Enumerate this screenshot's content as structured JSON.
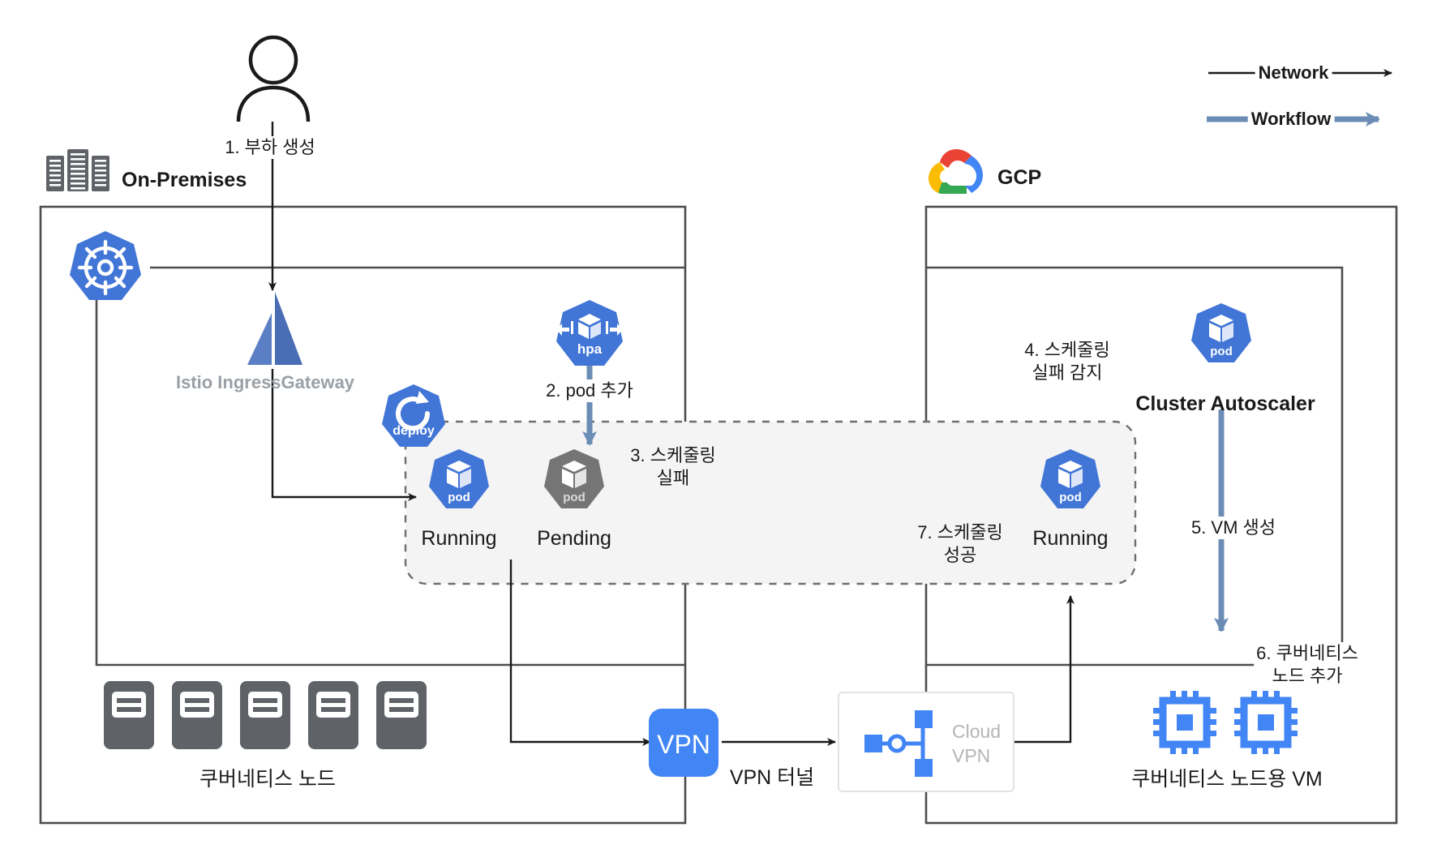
{
  "legend": {
    "network": "Network",
    "workflow": "Workflow",
    "network_color": "#1a1a1a",
    "workflow_color": "#6b8db5"
  },
  "zones": {
    "onprem": {
      "label": "On-Premises",
      "icon": "datacenter-icon"
    },
    "gcp": {
      "label": "GCP",
      "icon": "google-cloud-icon"
    }
  },
  "components": {
    "kubernetes": {
      "label": "",
      "icon": "kubernetes-wheel-icon"
    },
    "istio": {
      "label": "Istio IngressGateway",
      "icon": "istio-sail-icon"
    },
    "hpa": {
      "label": "hpa",
      "icon": "hpa-icon"
    },
    "deploy": {
      "label": "deploy",
      "icon": "deployment-icon"
    },
    "pod_running_1": {
      "label": "Running",
      "icon": "pod-icon",
      "badge": "pod",
      "color": "#4175d6"
    },
    "pod_pending": {
      "label": "Pending",
      "icon": "pod-icon",
      "badge": "pod",
      "color": "#757575"
    },
    "pod_running_2": {
      "label": "Running",
      "icon": "pod-icon",
      "badge": "pod",
      "color": "#4175d6"
    },
    "autoscaler": {
      "label": "Cluster Autoscaler",
      "icon": "pod-icon",
      "badge": "pod"
    },
    "vpn": {
      "label": "VPN",
      "icon": "vpn-icon"
    },
    "cloud_vpn": {
      "label": "Cloud\nVPN",
      "icon": "cloud-vpn-icon"
    },
    "k8s_nodes": {
      "label": "쿠버네티스 노드",
      "count": 5,
      "icon": "server-node-icon"
    },
    "node_vms": {
      "label": "쿠버네티스 노드용 VM",
      "count": 2,
      "icon": "cpu-chip-icon"
    }
  },
  "flow_labels": {
    "step1": "1. 부하 생성",
    "step2": "2. pod 추가",
    "step3": "3. 스케줄링\n실패",
    "step4": "4. 스케줄링\n실패 감지",
    "step5": "5. VM 생성",
    "step6": "6. 쿠버네티스\n노드 추가",
    "step7": "7. 스케줄링\n성공",
    "vpn_tunnel": "VPN 터널"
  }
}
